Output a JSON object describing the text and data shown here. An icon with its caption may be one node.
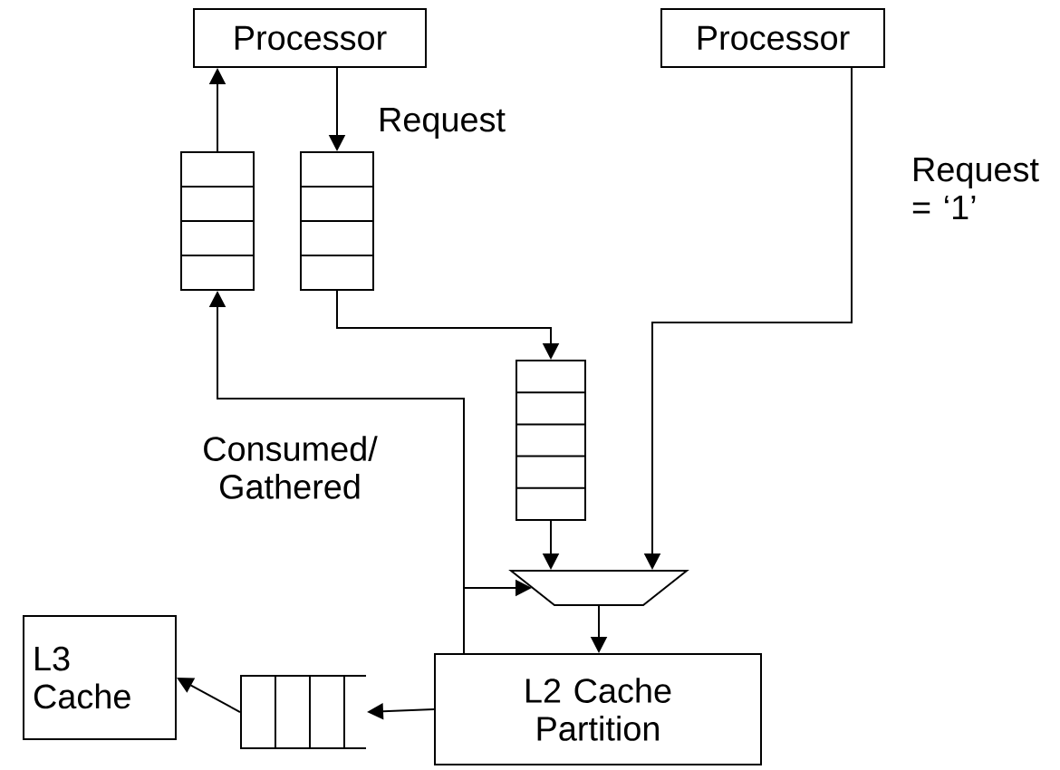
{
  "diagram": {
    "nodes": [
      {
        "text": [
          "Processor"
        ]
      },
      {
        "text": [
          "Processor"
        ]
      },
      {
        "text": [],
        "shape": "queue"
      },
      {
        "text": [],
        "shape": "queue"
      },
      {
        "text": [],
        "shape": "queue"
      },
      {
        "text": [],
        "shape": "trapezoid"
      },
      {
        "text": [
          "L2 Cache Partition"
        ]
      },
      {
        "text": [],
        "shape": "queue"
      },
      {
        "text": [
          "L3 Cache"
        ]
      }
    ],
    "edges": [
      {
        "from": 2,
        "to": 0,
        "arrow": "to"
      },
      {
        "from": 0,
        "to": 3,
        "arrow": "to",
        "label": "Request"
      },
      {
        "from": 3,
        "to": 4,
        "arrow": "to"
      },
      {
        "from": 1,
        "to": 5,
        "arrow": "to",
        "label": "Request = ‘1’"
      },
      {
        "from": 4,
        "to": 5,
        "arrow": "to"
      },
      {
        "from": 5,
        "to": 6,
        "arrow": "to"
      },
      {
        "from": 6,
        "to": 2,
        "arrow": "to",
        "label": "Consumed/ Gathered"
      },
      {
        "from": 6,
        "to": 5,
        "arrow": "to"
      },
      {
        "from": 6,
        "to": 7,
        "arrow": "to"
      },
      {
        "from": 7,
        "to": 8,
        "arrow": "to"
      }
    ]
  }
}
